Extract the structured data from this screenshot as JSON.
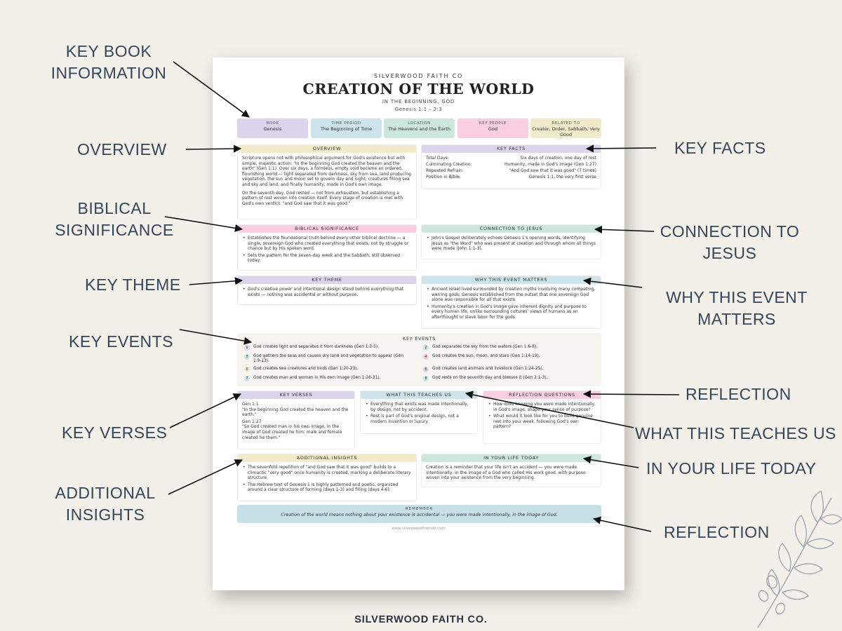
{
  "callouts": {
    "key_book_info": [
      "KEY BOOK",
      "INFORMATION"
    ],
    "overview": "OVERVIEW",
    "biblical_significance": [
      "BIBLICAL",
      "SIGNIFICANCE"
    ],
    "key_theme": "KEY THEME",
    "key_events": "KEY EVENTS",
    "key_verses": "KEY VERSES",
    "additional_insights": [
      "ADDITIONAL",
      "INSIGHTS"
    ],
    "key_facts": "KEY FACTS",
    "connection": [
      "CONNECTION TO",
      "JESUS"
    ],
    "why_matters": [
      "WHY THIS EVENT",
      "MATTERS"
    ],
    "reflection_1": "REFLECTION",
    "what_teaches": "WHAT THIS TEACHES US",
    "in_your_life": "IN YOUR LIFE TODAY",
    "reflection_2": "REFLECTION"
  },
  "sheet": {
    "brand": "SILVERWOOD FAITH CO",
    "title": "CREATION OF THE WORLD",
    "subtitle": "IN THE BEGINNING, GOD",
    "reference": "Genesis 1:1 – 2:3",
    "info": [
      {
        "label": "BOOK",
        "value": "Genesis"
      },
      {
        "label": "TIME PERIOD",
        "value": "The Beginning of Time"
      },
      {
        "label": "LOCATION",
        "value": "The Heavens and the Earth"
      },
      {
        "label": "KEY PEOPLE",
        "value": "God"
      },
      {
        "label": "RELATED TO",
        "value": "Creator, Order, Sabbath, Very Good"
      }
    ],
    "overview": {
      "heading": "OVERVIEW",
      "paragraphs": [
        "Scripture opens not with philosophical argument for God's existence but with simple, majestic action: \"In the beginning God created the heaven and the earth\" (Gen 1:1). Over six days, a formless, empty void became an ordered, flourishing world — light separated from darkness, sky from sea, land producing vegetation, the sun and moon set to govern day and night, creatures filling sea and sky and land, and finally humanity, made in God's own image.",
        "On the seventh day, God rested — not from exhaustion, but establishing a pattern of rest woven into creation itself. Every stage of creation is met with God's own verdict: \"and God saw that it was good.\""
      ]
    },
    "key_facts": {
      "heading": "KEY FACTS",
      "rows": [
        {
          "k": "Total Days:",
          "v": "Six days of creation, one day of rest"
        },
        {
          "k": "Culminating Creation:",
          "v": "Humanity, made in God's image (Gen 1:27)"
        },
        {
          "k": "Repeated Refrain:",
          "v": "\"And God saw that it was good\" (7 times)"
        },
        {
          "k": "Position in Bible:",
          "v": "Genesis 1:1, the very first verse"
        }
      ]
    },
    "biblical_significance": {
      "heading": "BIBLICAL SIGNIFICANCE",
      "bullets": [
        "Establishes the foundational truth behind every other biblical doctrine — a single, sovereign God who created everything that exists, not by struggle or chance but by His spoken word.",
        "Sets the pattern for the seven-day week and the Sabbath, still observed today."
      ]
    },
    "connection": {
      "heading": "CONNECTION TO JESUS",
      "bullets": [
        "John's Gospel deliberately echoes Genesis 1's opening words, identifying Jesus as \"the Word\" who was present at creation and through whom all things were made (John 1:1-3)."
      ]
    },
    "key_theme": {
      "heading": "KEY THEME",
      "bullets": [
        "God's creative power and intentional design stand behind everything that exists — nothing was accidental or without purpose."
      ]
    },
    "why_matters": {
      "heading": "WHY THIS EVENT MATTERS",
      "bullets": [
        "Ancient Israel lived surrounded by creation myths involving many competing, warring gods; Genesis established from the outset that one sovereign God alone was responsible for all that exists.",
        "Humanity's creation in God's image gave inherent dignity and purpose to every human life, unlike surrounding cultures' views of humans as an afterthought or slave labor for the gods."
      ]
    },
    "key_events": {
      "heading": "KEY EVENTS",
      "items": [
        {
          "n": "1",
          "text": "God creates light and separates it from darkness (Gen 1:3-5)."
        },
        {
          "n": "2",
          "text": "God separates the sky from the waters (Gen 1:6-8)."
        },
        {
          "n": "3",
          "text": "God gathers the seas and causes dry land and vegetation to appear (Gen 1:9-13)."
        },
        {
          "n": "4",
          "text": "God creates the sun, moon, and stars (Gen 1:14-19)."
        },
        {
          "n": "5",
          "text": "God creates sea creatures and birds (Gen 1:20-23)."
        },
        {
          "n": "6",
          "text": "God creates land animals and livestock (Gen 1:24-25)."
        },
        {
          "n": "7",
          "text": "God creates man and woman in His own image (Gen 1:26-31)."
        },
        {
          "n": "8",
          "text": "God rests on the seventh day and blesses it (Gen 2:1-3)."
        }
      ]
    },
    "key_verses": {
      "heading": "KEY VERSES",
      "v1_ref": "Gen 1:1",
      "v1_text": "\"In the beginning God created the heaven and the earth.\"",
      "v2_ref": "Gen 1:27",
      "v2_text": "\"So God created man in his own image, in the image of God created he him; male and female created he them.\""
    },
    "what_teaches": {
      "heading": "WHAT THIS TEACHES US",
      "bullets": [
        "Everything that exists was made intentionally, by design, not by accident.",
        "Rest is part of God's original design, not a modern invention or luxury."
      ]
    },
    "reflection_q": {
      "heading": "REFLECTION QUESTIONS",
      "bullets": [
        "How does knowing you were made intentionally, in God's image, shape your sense of purpose?",
        "What would it look like for you to build genuine rest into your week, following God's own pattern?"
      ]
    },
    "additional": {
      "heading": "ADDITIONAL INSIGHTS",
      "bullets": [
        "The sevenfold repetition of \"and God saw that it was good\" builds to a climactic \"very good\" once humanity is created, marking a deliberate literary structure.",
        "The Hebrew text of Genesis 1 is highly patterned and poetic, organized around a clear structure of forming (days 1-3) and filling (days 4-6)."
      ]
    },
    "life_today": {
      "heading": "IN YOUR LIFE TODAY",
      "text": "Creation is a reminder that your life isn't an accident — you were made intentionally, in the image of a God who called His work good, with purpose woven into your existence from the very beginning."
    },
    "remember": {
      "label": "REMEMBER",
      "text": "Creation of the world means nothing about your existence is accidental — you were made intentionally, in the image of God."
    },
    "website": "www.silverwoodfriends.com"
  },
  "footer_brand": "SILVERWOOD FAITH CO.",
  "colors": {
    "lavender": "#dcd3ec",
    "yellow": "#f2ebcb",
    "blue": "#cde4ea",
    "mint": "#cde7dc",
    "pink": "#fbcde1",
    "background": "#f3efe9"
  }
}
